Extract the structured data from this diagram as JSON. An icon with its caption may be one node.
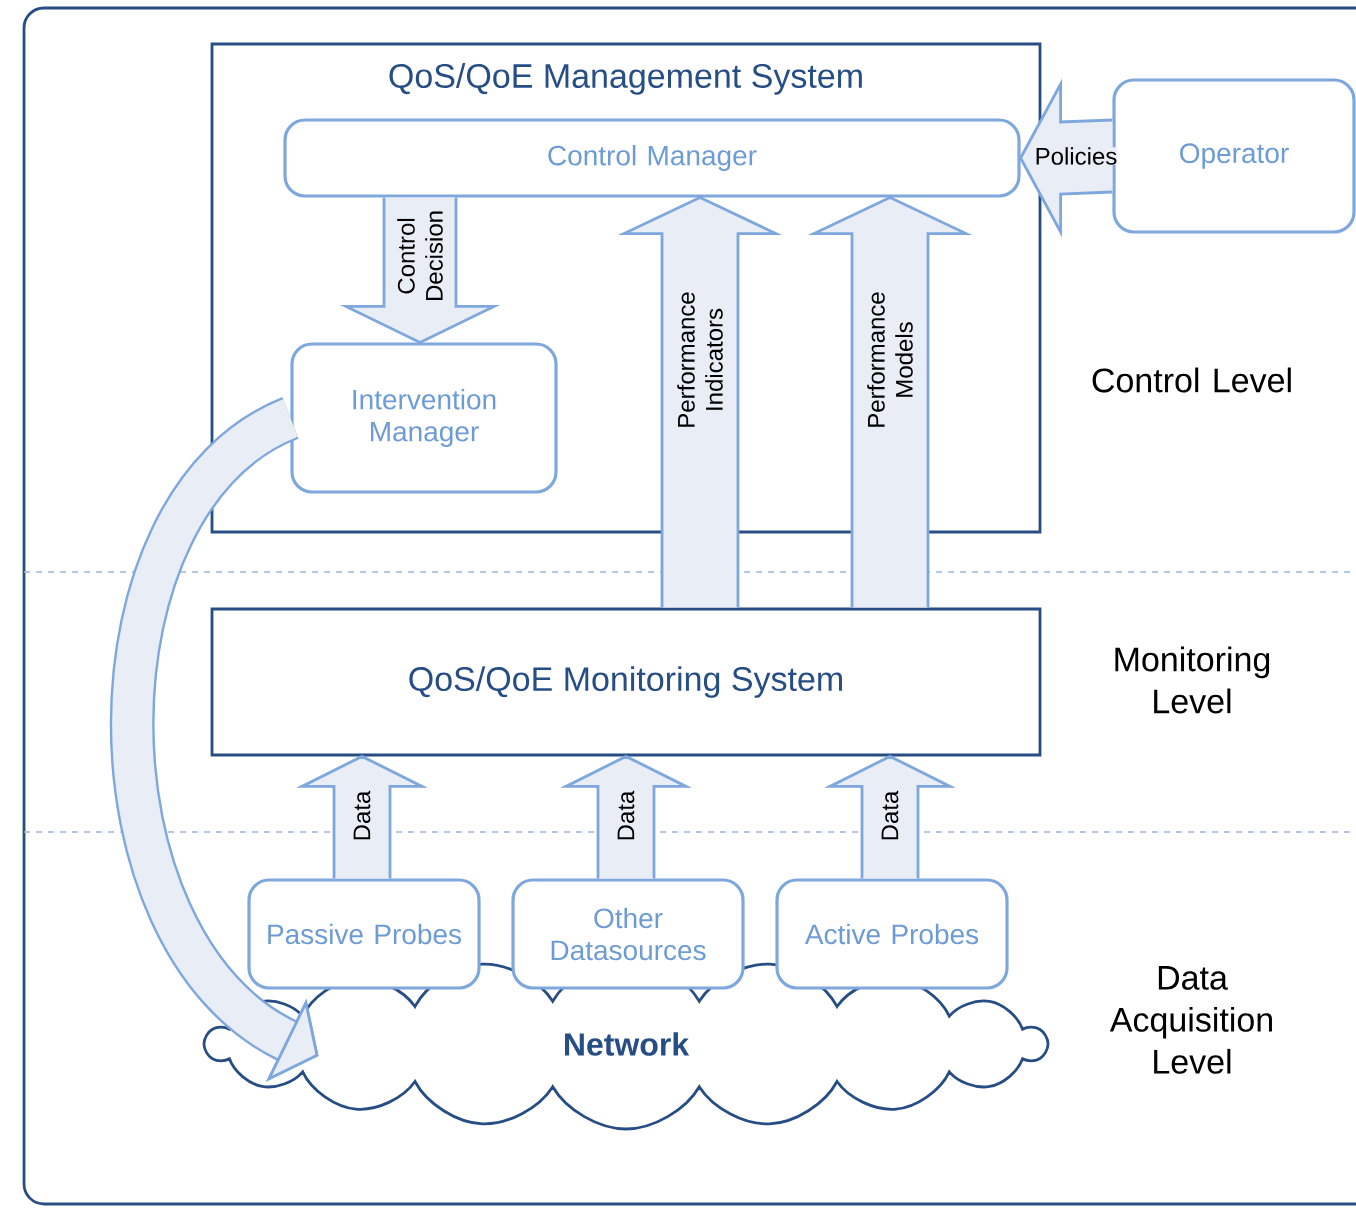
{
  "diagram": {
    "nodes": [
      {
        "text": [
          "QoS/QoE Management System"
        ]
      },
      {
        "text": [
          "Control Manager"
        ],
        "in": 0
      },
      {
        "text": [
          "Intervention Manager"
        ],
        "in": 0
      },
      {
        "text": [
          "Operator"
        ]
      },
      {
        "text": [
          "QoS/QoE Monitoring System"
        ]
      },
      {
        "text": [
          "Passive Probes"
        ]
      },
      {
        "text": [
          "Other Datasources"
        ]
      },
      {
        "text": [
          "Active Probes"
        ]
      },
      {
        "text": [
          "Network"
        ]
      }
    ],
    "edges": [
      {
        "from": 3,
        "to": 1,
        "arrow": "to",
        "label": "Policies"
      },
      {
        "from": 1,
        "to": 2,
        "arrow": "to",
        "label": "Control Decision"
      },
      {
        "from": 4,
        "to": 1,
        "arrow": "to",
        "label": "Performance Indicators"
      },
      {
        "from": 4,
        "to": 1,
        "arrow": "to",
        "label": "Performance Models"
      },
      {
        "from": 5,
        "to": 4,
        "arrow": "to",
        "label": "Data"
      },
      {
        "from": 6,
        "to": 4,
        "arrow": "to",
        "label": "Data"
      },
      {
        "from": 7,
        "to": 4,
        "arrow": "to",
        "label": "Data"
      },
      {
        "from": 2,
        "to": 8,
        "arrow": "to"
      }
    ],
    "labels": [
      "Control Level",
      "Monitoring Level",
      "Data Acquisition Level"
    ]
  }
}
